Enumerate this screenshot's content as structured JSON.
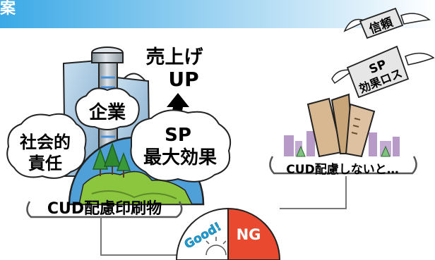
{
  "header": {
    "title_fragment": "案",
    "band_color": "#5bb8e8"
  },
  "left_scene": {
    "sales_up": [
      "売上げ",
      "UP"
    ],
    "company": "企業",
    "social_responsibility": [
      "社会的",
      "責任"
    ],
    "sp_max_effect": [
      "SP",
      "最大効果"
    ],
    "caption": "CUD配慮印刷物"
  },
  "right_scene": {
    "trust": "信頼",
    "sp_loss": [
      "SP",
      "効果ロス"
    ],
    "caption": "CUD配慮しないと…"
  },
  "gauge": {
    "good": "Good!",
    "ng": "NG",
    "ng_color": "#e8492f"
  }
}
